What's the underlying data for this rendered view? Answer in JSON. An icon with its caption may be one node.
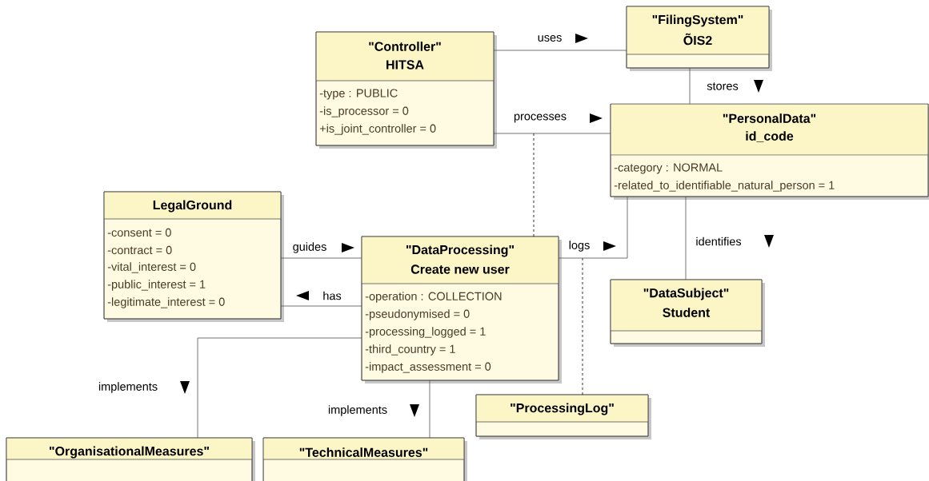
{
  "diagram": {
    "nodes": [
      {
        "text": [
          "\"Controller\"",
          "HITSA",
          "-type : PUBLIC",
          "-is_processor = 0",
          "+is_joint_controller = 0"
        ]
      },
      {
        "text": [
          "\"FilingSystem\"",
          "ÕIS2"
        ]
      },
      {
        "text": [
          "\"PersonalData\"",
          "id_code",
          "-category : NORMAL",
          "-related_to_identifiable_natural_person = 1"
        ]
      },
      {
        "text": [
          "LegalGround",
          "-consent = 0",
          "-contract = 0",
          "-vital_interest = 0",
          "-public_interest = 1",
          "-legitimate_interest = 0"
        ]
      },
      {
        "text": [
          "\"DataProcessing\"",
          "Create new user",
          "-operation : COLLECTION",
          "-pseudonymised = 0",
          "-processing_logged = 1",
          "-third_country = 1",
          "-impact_assessment = 0"
        ]
      },
      {
        "text": [
          "\"DataSubject\"",
          "Student"
        ]
      },
      {
        "text": [
          "\"OrganisationalMeasures\""
        ]
      },
      {
        "text": [
          "\"TechnicalMeasures\""
        ]
      },
      {
        "text": [
          "\"ProcessingLog\""
        ]
      }
    ],
    "edges": [
      {
        "from": 0,
        "to": 1,
        "arrow": "none",
        "label": "uses"
      },
      {
        "from": 1,
        "to": 2,
        "arrow": "none",
        "label": "stores"
      },
      {
        "from": 0,
        "to": 2,
        "arrow": "none",
        "label": "processes"
      },
      {
        "from": 3,
        "to": 4,
        "arrow": "none",
        "label": "guides"
      },
      {
        "from": 4,
        "to": 3,
        "arrow": "none",
        "label": "has"
      },
      {
        "from": 4,
        "to": 2,
        "arrow": "none",
        "label": "logs"
      },
      {
        "from": 2,
        "to": 5,
        "arrow": "none",
        "label": "identifies"
      },
      {
        "from": 4,
        "to": 6,
        "arrow": "none",
        "label": "implements"
      },
      {
        "from": 4,
        "to": 7,
        "arrow": "none",
        "label": "implements"
      },
      {
        "from": null,
        "to": 4,
        "arrow": "none",
        "style": "dashed"
      },
      {
        "from": 8,
        "to": null,
        "arrow": "none",
        "style": "dashed"
      }
    ]
  }
}
